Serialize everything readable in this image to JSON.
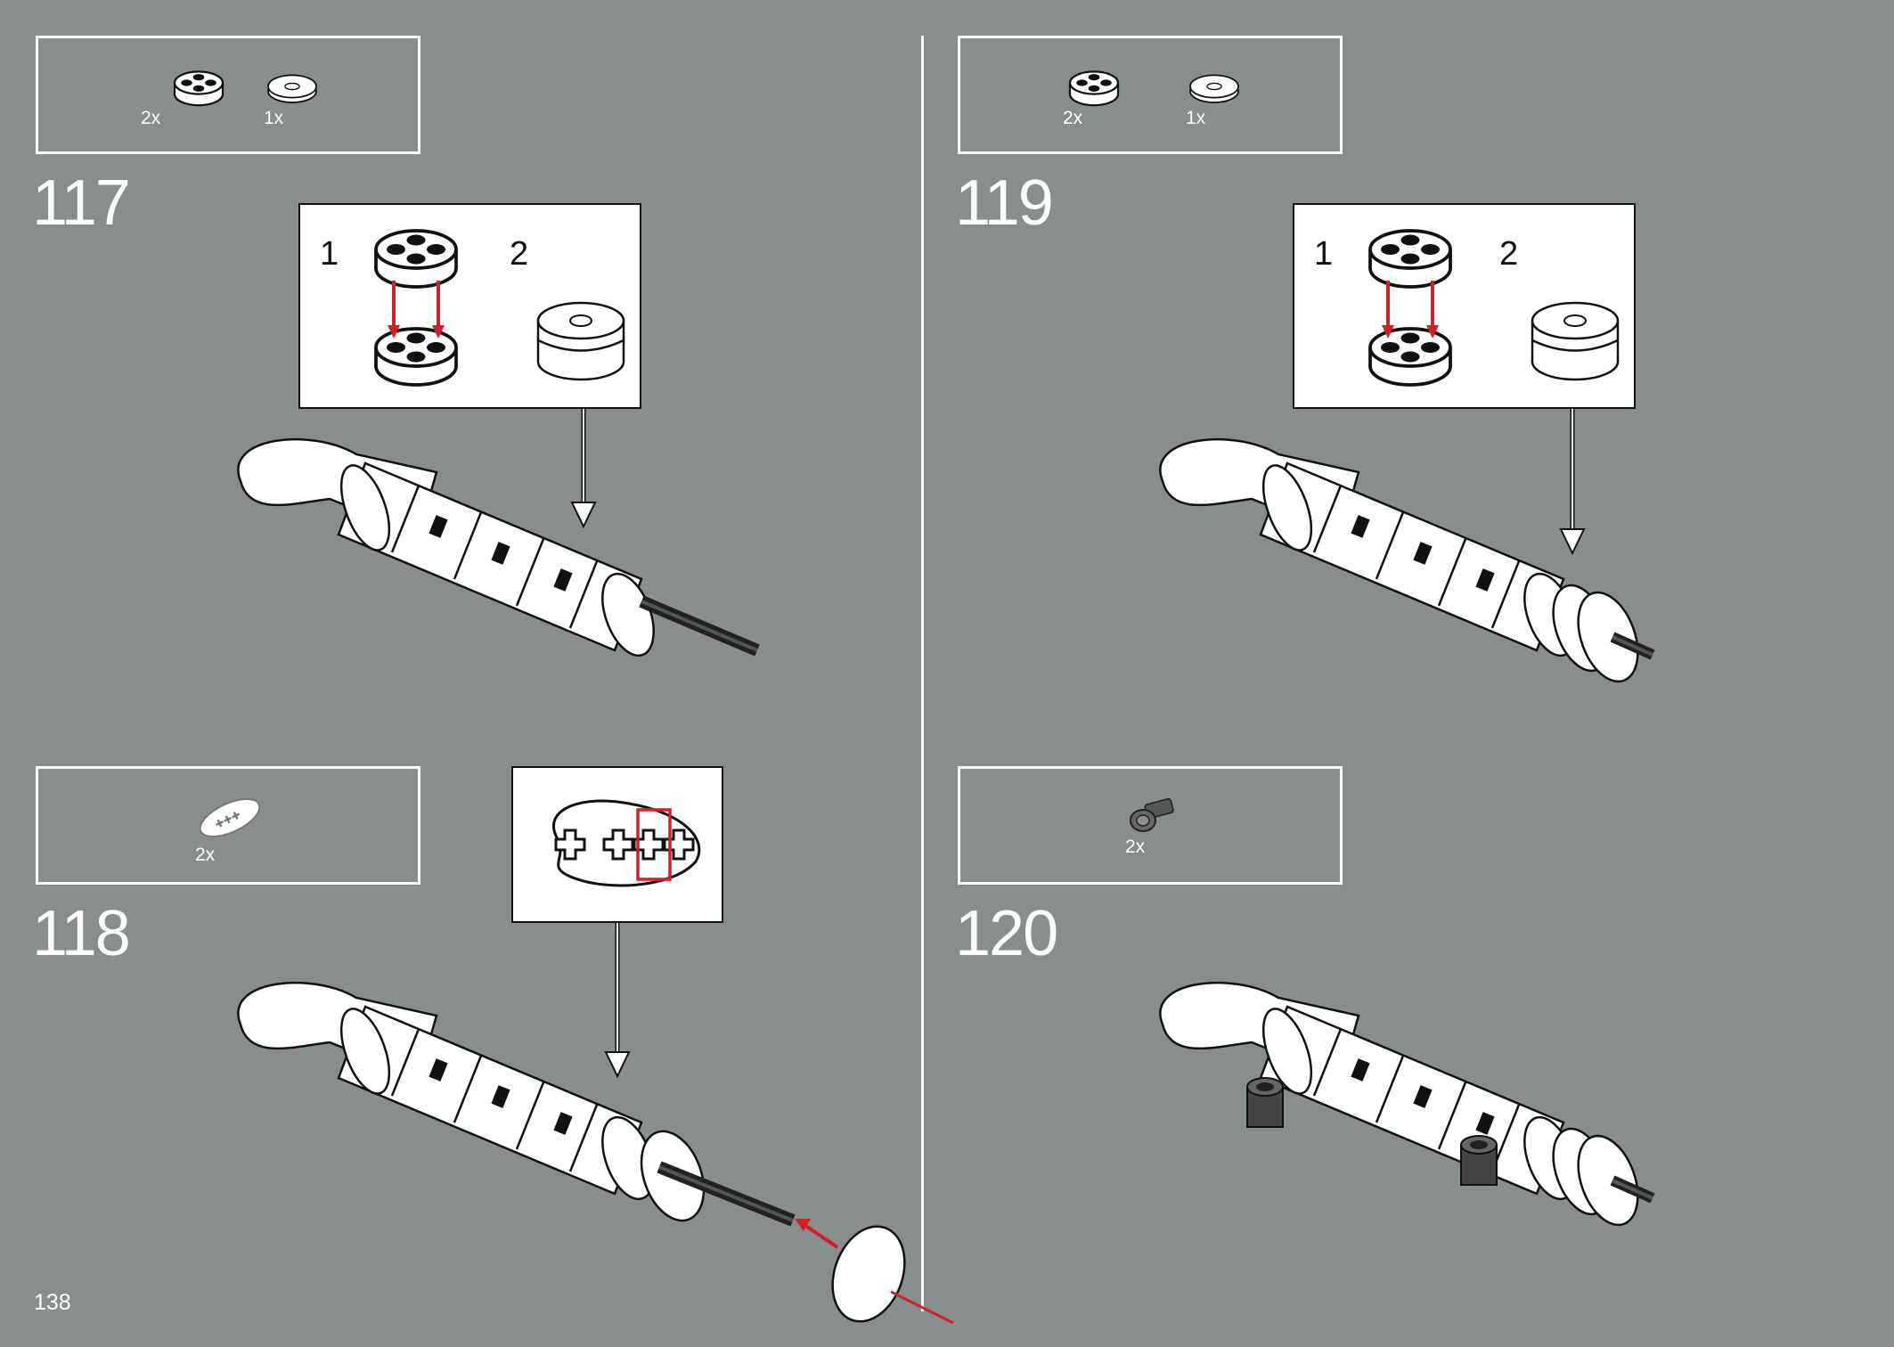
{
  "page": {
    "number": "138"
  },
  "steps": [
    {
      "number": "117",
      "parts": [
        {
          "qty": "2x",
          "icon": "round-plate-2x2-white-icon"
        },
        {
          "qty": "1x",
          "icon": "round-tile-2x2-white-icon"
        }
      ],
      "callout": {
        "sub1": "1",
        "sub2": "2"
      }
    },
    {
      "number": "118",
      "parts": [
        {
          "qty": "2x",
          "icon": "oval-plate-white-icon"
        }
      ]
    },
    {
      "number": "119",
      "parts": [
        {
          "qty": "2x",
          "icon": "round-plate-2x2-white-icon"
        },
        {
          "qty": "1x",
          "icon": "round-tile-2x2-white-icon"
        }
      ],
      "callout": {
        "sub1": "1",
        "sub2": "2"
      }
    },
    {
      "number": "120",
      "parts": [
        {
          "qty": "2x",
          "icon": "bush-connector-dark-gray-icon"
        }
      ]
    }
  ],
  "colors": {
    "background": "#888d8e",
    "arrow_red": "#d0202a",
    "box_border": "#ffffff",
    "dark_part": "#444444"
  }
}
